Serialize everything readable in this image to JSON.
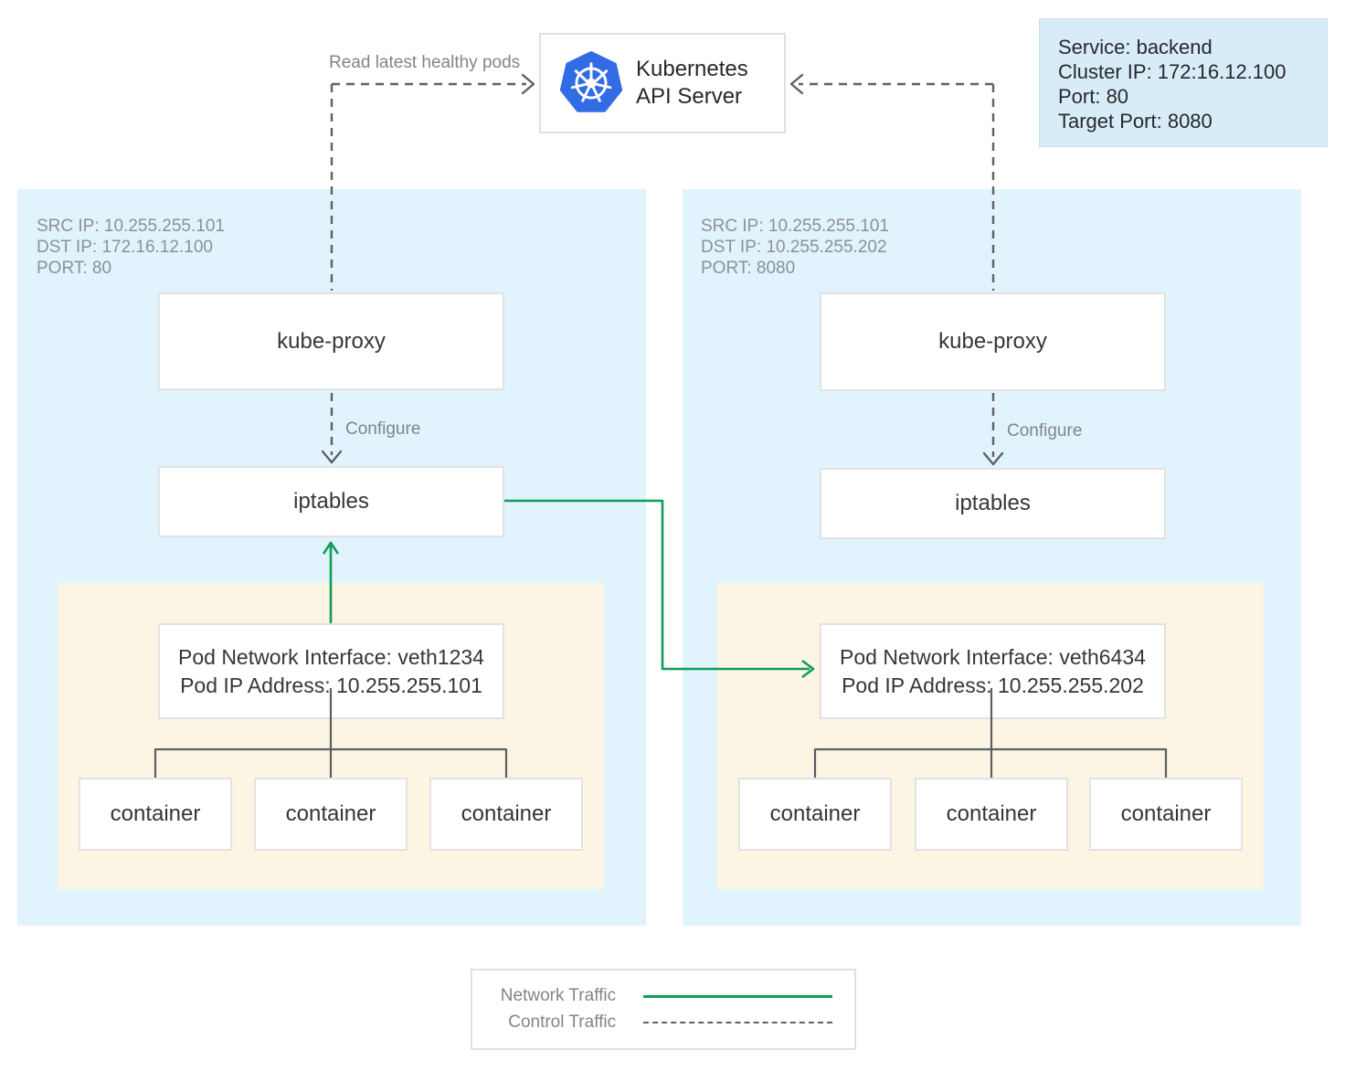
{
  "api_server": {
    "label": "Kubernetes API Server"
  },
  "service_info": {
    "lines": [
      "Service: backend",
      "Cluster IP: 172:16.12.100",
      "Port: 80",
      "Target Port: 8080"
    ]
  },
  "edges": {
    "read_pods_label": "Read latest healthy pods",
    "configure_left_label": "Configure",
    "configure_right_label": "Configure"
  },
  "nodes": [
    {
      "annotation": [
        "SRC IP: 10.255.255.101",
        "DST IP: 172.16.12.100",
        "PORT: 80"
      ],
      "kube_proxy_label": "kube-proxy",
      "iptables_label": "iptables",
      "pod": {
        "interface_lines": [
          "Pod Network Interface: veth1234",
          "Pod IP Address: 10.255.255.101"
        ],
        "containers": [
          "container",
          "container",
          "container"
        ]
      }
    },
    {
      "annotation": [
        "SRC IP: 10.255.255.101",
        "DST IP: 10.255.255.202",
        "PORT: 8080"
      ],
      "kube_proxy_label": "kube-proxy",
      "iptables_label": "iptables",
      "pod": {
        "interface_lines": [
          "Pod Network Interface: veth6434",
          "Pod IP Address: 10.255.255.202"
        ],
        "containers": [
          "container",
          "container",
          "container"
        ]
      }
    }
  ],
  "legend": {
    "network_traffic_label": "Network Traffic",
    "control_traffic_label": "Control Traffic"
  },
  "icons": {
    "kubernetes_logo": "kubernetes-helm-wheel-icon"
  },
  "colors": {
    "panel_blue": "#e1f3fc",
    "pod_yellow": "#fcf5e3",
    "service_blue": "#d8ecf8",
    "network_traffic_green": "#0f9d58",
    "control_traffic_gray": "#616161",
    "connector_gray": "#5a5f63",
    "box_border": "#e2e2e2",
    "kubernetes_blue": "#326ce5",
    "text_dark": "#33373a",
    "text_gray": "#8d9196"
  }
}
